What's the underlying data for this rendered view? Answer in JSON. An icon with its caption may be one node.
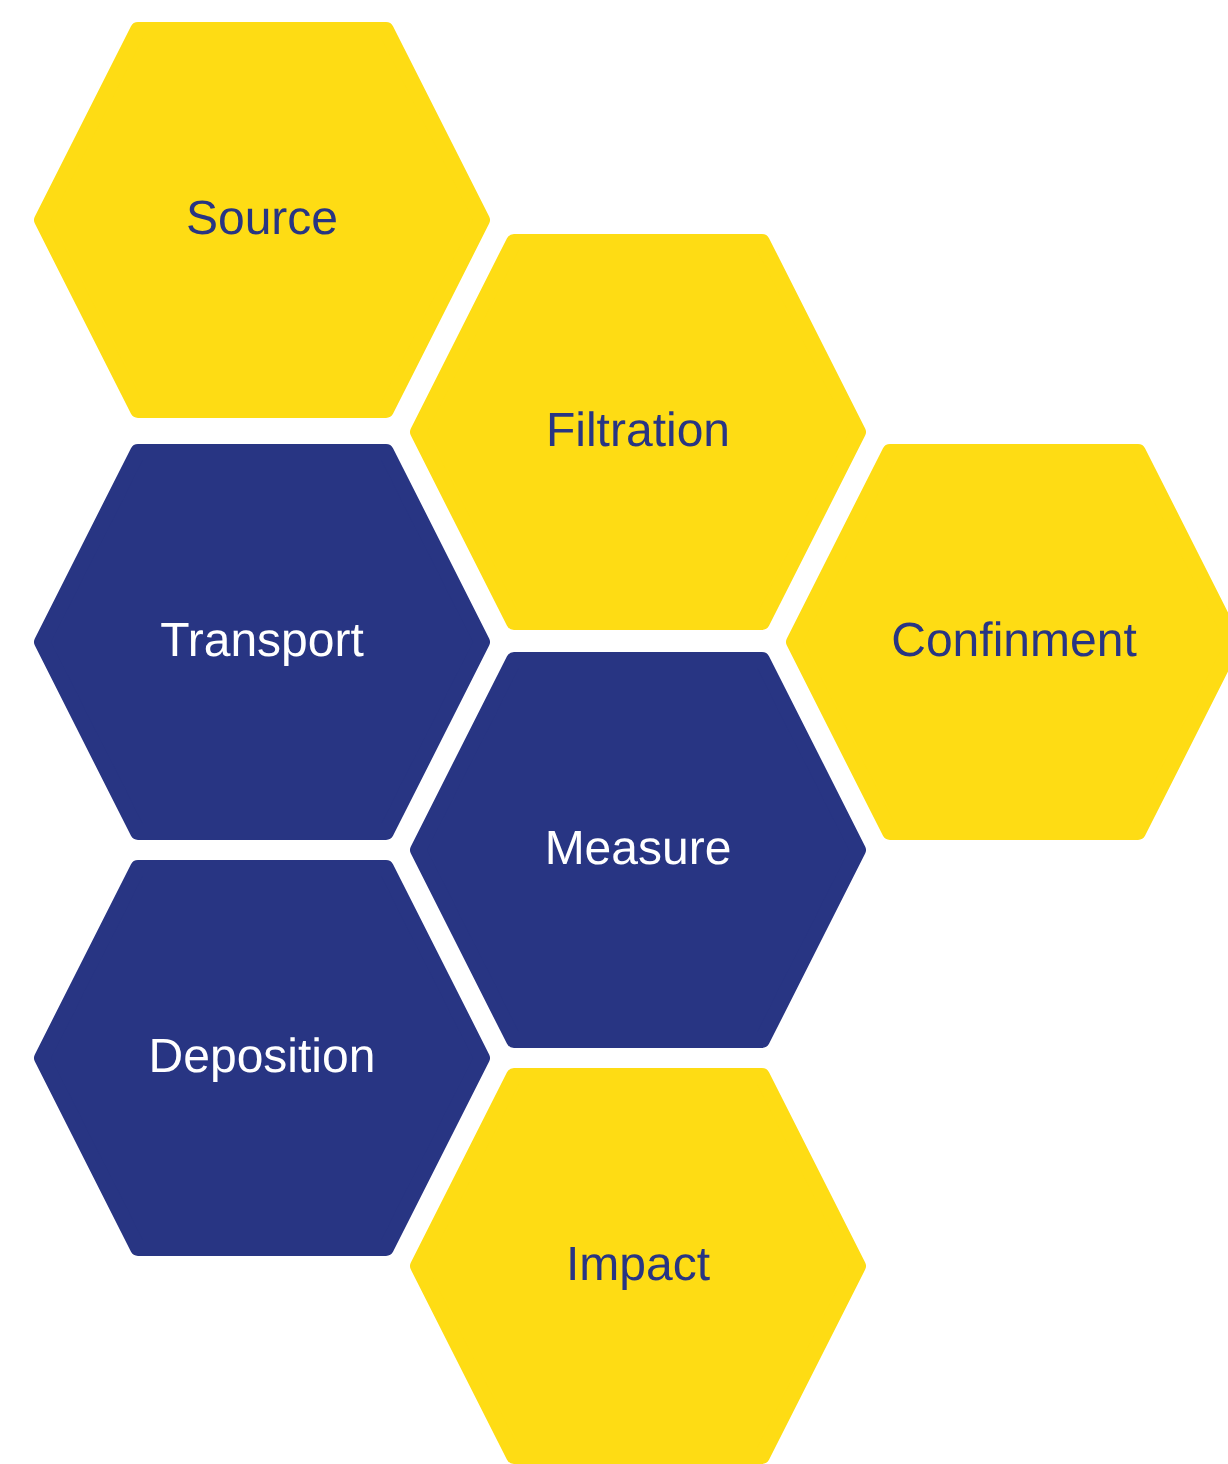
{
  "diagram": {
    "nodes": [
      {
        "text": [
          "Source"
        ]
      },
      {
        "text": [
          "Filtration"
        ]
      },
      {
        "text": [
          "Transport"
        ]
      },
      {
        "text": [
          "Confinment"
        ]
      },
      {
        "text": [
          "Measure"
        ]
      },
      {
        "text": [
          "Deposition"
        ]
      },
      {
        "text": [
          "Impact"
        ]
      }
    ]
  }
}
